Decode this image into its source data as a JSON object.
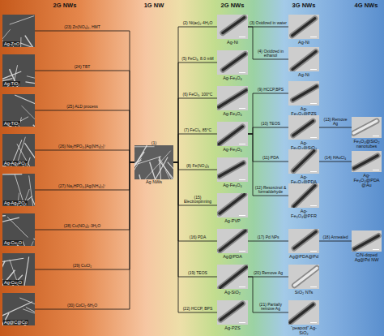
{
  "diagram": {
    "nodes": [
      {
        "text": [
          "Ag-ZnO"
        ]
      },
      {
        "text": [
          "Ag-TiO₂"
        ]
      },
      {
        "text": [
          "Ag-TiO₂"
        ]
      },
      {
        "text": [
          "Ag-Ag₃PO₄"
        ]
      },
      {
        "text": [
          "Ag-Ag₃PO₄"
        ]
      },
      {
        "text": [
          "Ag-Cu₂O"
        ]
      },
      {
        "text": [
          "Ag-Cu₂O"
        ]
      },
      {
        "text": [
          "Ag@C@Co"
        ]
      },
      {
        "text": [
          "(1)",
          "Ag NWs"
        ]
      },
      {
        "text": [
          "Ag-Ni"
        ]
      },
      {
        "text": [
          "Ag-Fe₃O₄"
        ]
      },
      {
        "text": [
          "Ag-Fe₃O₄"
        ]
      },
      {
        "text": [
          "Ag-Fe₃O₄"
        ]
      },
      {
        "text": [
          "Ag-Fe₃O₄"
        ]
      },
      {
        "text": [
          "Ag-PVP"
        ]
      },
      {
        "text": [
          "Ag@PDA"
        ]
      },
      {
        "text": [
          "Ag-SiO₂"
        ]
      },
      {
        "text": [
          "Ag-PZS"
        ]
      },
      {
        "text": [
          "Ag-Ni"
        ]
      },
      {
        "text": [
          "Ag-Ni"
        ]
      },
      {
        "text": [
          "Ag-Fe₃O₄@PZS"
        ]
      },
      {
        "text": [
          "Ag-Fe₃O₄@SiO₂"
        ]
      },
      {
        "text": [
          "Ag-Fe₃O₄@PDA"
        ]
      },
      {
        "text": [
          "Ag-Fe₃O₄@PFR"
        ]
      },
      {
        "text": [
          "Ag@PDA@Pd"
        ]
      },
      {
        "text": [
          "SiO₂ NTs"
        ]
      },
      {
        "text": [
          "“peapod” Ag-SiO₂"
        ]
      },
      {
        "text": [
          "Fe₃O₄@SiO₂ nanotubes"
        ]
      },
      {
        "text": [
          "Ag-Fe₃O₄@PDA@Au"
        ]
      },
      {
        "text": [
          "C/N-doped Ag@Pd NW"
        ]
      }
    ],
    "edges": [
      {
        "from": 8,
        "to": 0,
        "arrow": "none",
        "label": "(23) Zn(NO₃)₂, HMT"
      },
      {
        "from": 8,
        "to": 1,
        "arrow": "none",
        "label": "(24) TBT"
      },
      {
        "from": 8,
        "to": 2,
        "arrow": "none",
        "label": "(25) ALD process"
      },
      {
        "from": 8,
        "to": 3,
        "arrow": "none",
        "label": "(26) Na₂HPO₄,[Ag(NH₃)₂]⁺"
      },
      {
        "from": 8,
        "to": 4,
        "arrow": "none",
        "label": "(27) Na₂HPO₄,[Ag(NH₃)₂]⁺"
      },
      {
        "from": 8,
        "to": 5,
        "arrow": "none",
        "label": "(28) Cu(NO₃)₂·3H₂O"
      },
      {
        "from": 8,
        "to": 6,
        "arrow": "none",
        "label": "(29) CuCl₂"
      },
      {
        "from": 8,
        "to": 7,
        "arrow": "none",
        "label": "(30) CoCl₂·6H₂O"
      },
      {
        "from": 8,
        "to": 9,
        "arrow": "none",
        "label": "(2) Ni(ac)₂·4H₂O"
      },
      {
        "from": 8,
        "to": 10,
        "arrow": "none",
        "label": "(5) FeCl₃, 8.0 mM"
      },
      {
        "from": 8,
        "to": 11,
        "arrow": "none",
        "label": "(6) FeCl₃, 100°C"
      },
      {
        "from": 8,
        "to": 12,
        "arrow": "none",
        "label": "(7) FeCl₃, 85°C"
      },
      {
        "from": 8,
        "to": 13,
        "arrow": "none",
        "label": "(8) Fe(NO₃)₃"
      },
      {
        "from": 8,
        "to": 14,
        "arrow": "none",
        "label": "(15) Electrospinning"
      },
      {
        "from": 8,
        "to": 15,
        "arrow": "none",
        "label": "(16) PDA"
      },
      {
        "from": 8,
        "to": 16,
        "arrow": "none",
        "label": "(19) TEOS"
      },
      {
        "from": 8,
        "to": 17,
        "arrow": "none",
        "label": "(22) HCCP, BPS"
      },
      {
        "from": 9,
        "to": 18,
        "arrow": "none",
        "label": "(3) Oxidized in water"
      },
      {
        "from": 9,
        "to": 19,
        "arrow": "none",
        "label": "(4) Oxidized in ethanol"
      },
      {
        "from": 12,
        "to": 20,
        "arrow": "none",
        "label": "(9) HCCP,BPS"
      },
      {
        "from": 12,
        "to": 21,
        "arrow": "none",
        "label": "(10) TEOS"
      },
      {
        "from": 12,
        "to": 22,
        "arrow": "none",
        "label": "(11) PDA"
      },
      {
        "from": 12,
        "to": 23,
        "arrow": "none",
        "label": "(12) Resorcinol & formaldehyde"
      },
      {
        "from": 15,
        "to": 24,
        "arrow": "none",
        "label": "(17) Pd NPs"
      },
      {
        "from": 16,
        "to": 25,
        "arrow": "none",
        "label": "(20) Remove Ag"
      },
      {
        "from": 16,
        "to": 26,
        "arrow": "none",
        "label": "(21) Partially remove Ag"
      },
      {
        "from": 21,
        "to": 27,
        "arrow": "none",
        "label": "(13) Remove Ag"
      },
      {
        "from": 22,
        "to": 28,
        "arrow": "none",
        "label": "(14) HAuCl₄"
      },
      {
        "from": 24,
        "to": 29,
        "arrow": "none",
        "label": "(18) Annealed"
      }
    ],
    "labels": [
      "2G NWs",
      "1G NW",
      "2G NWs",
      "3G NWs",
      "4G NWs"
    ]
  }
}
